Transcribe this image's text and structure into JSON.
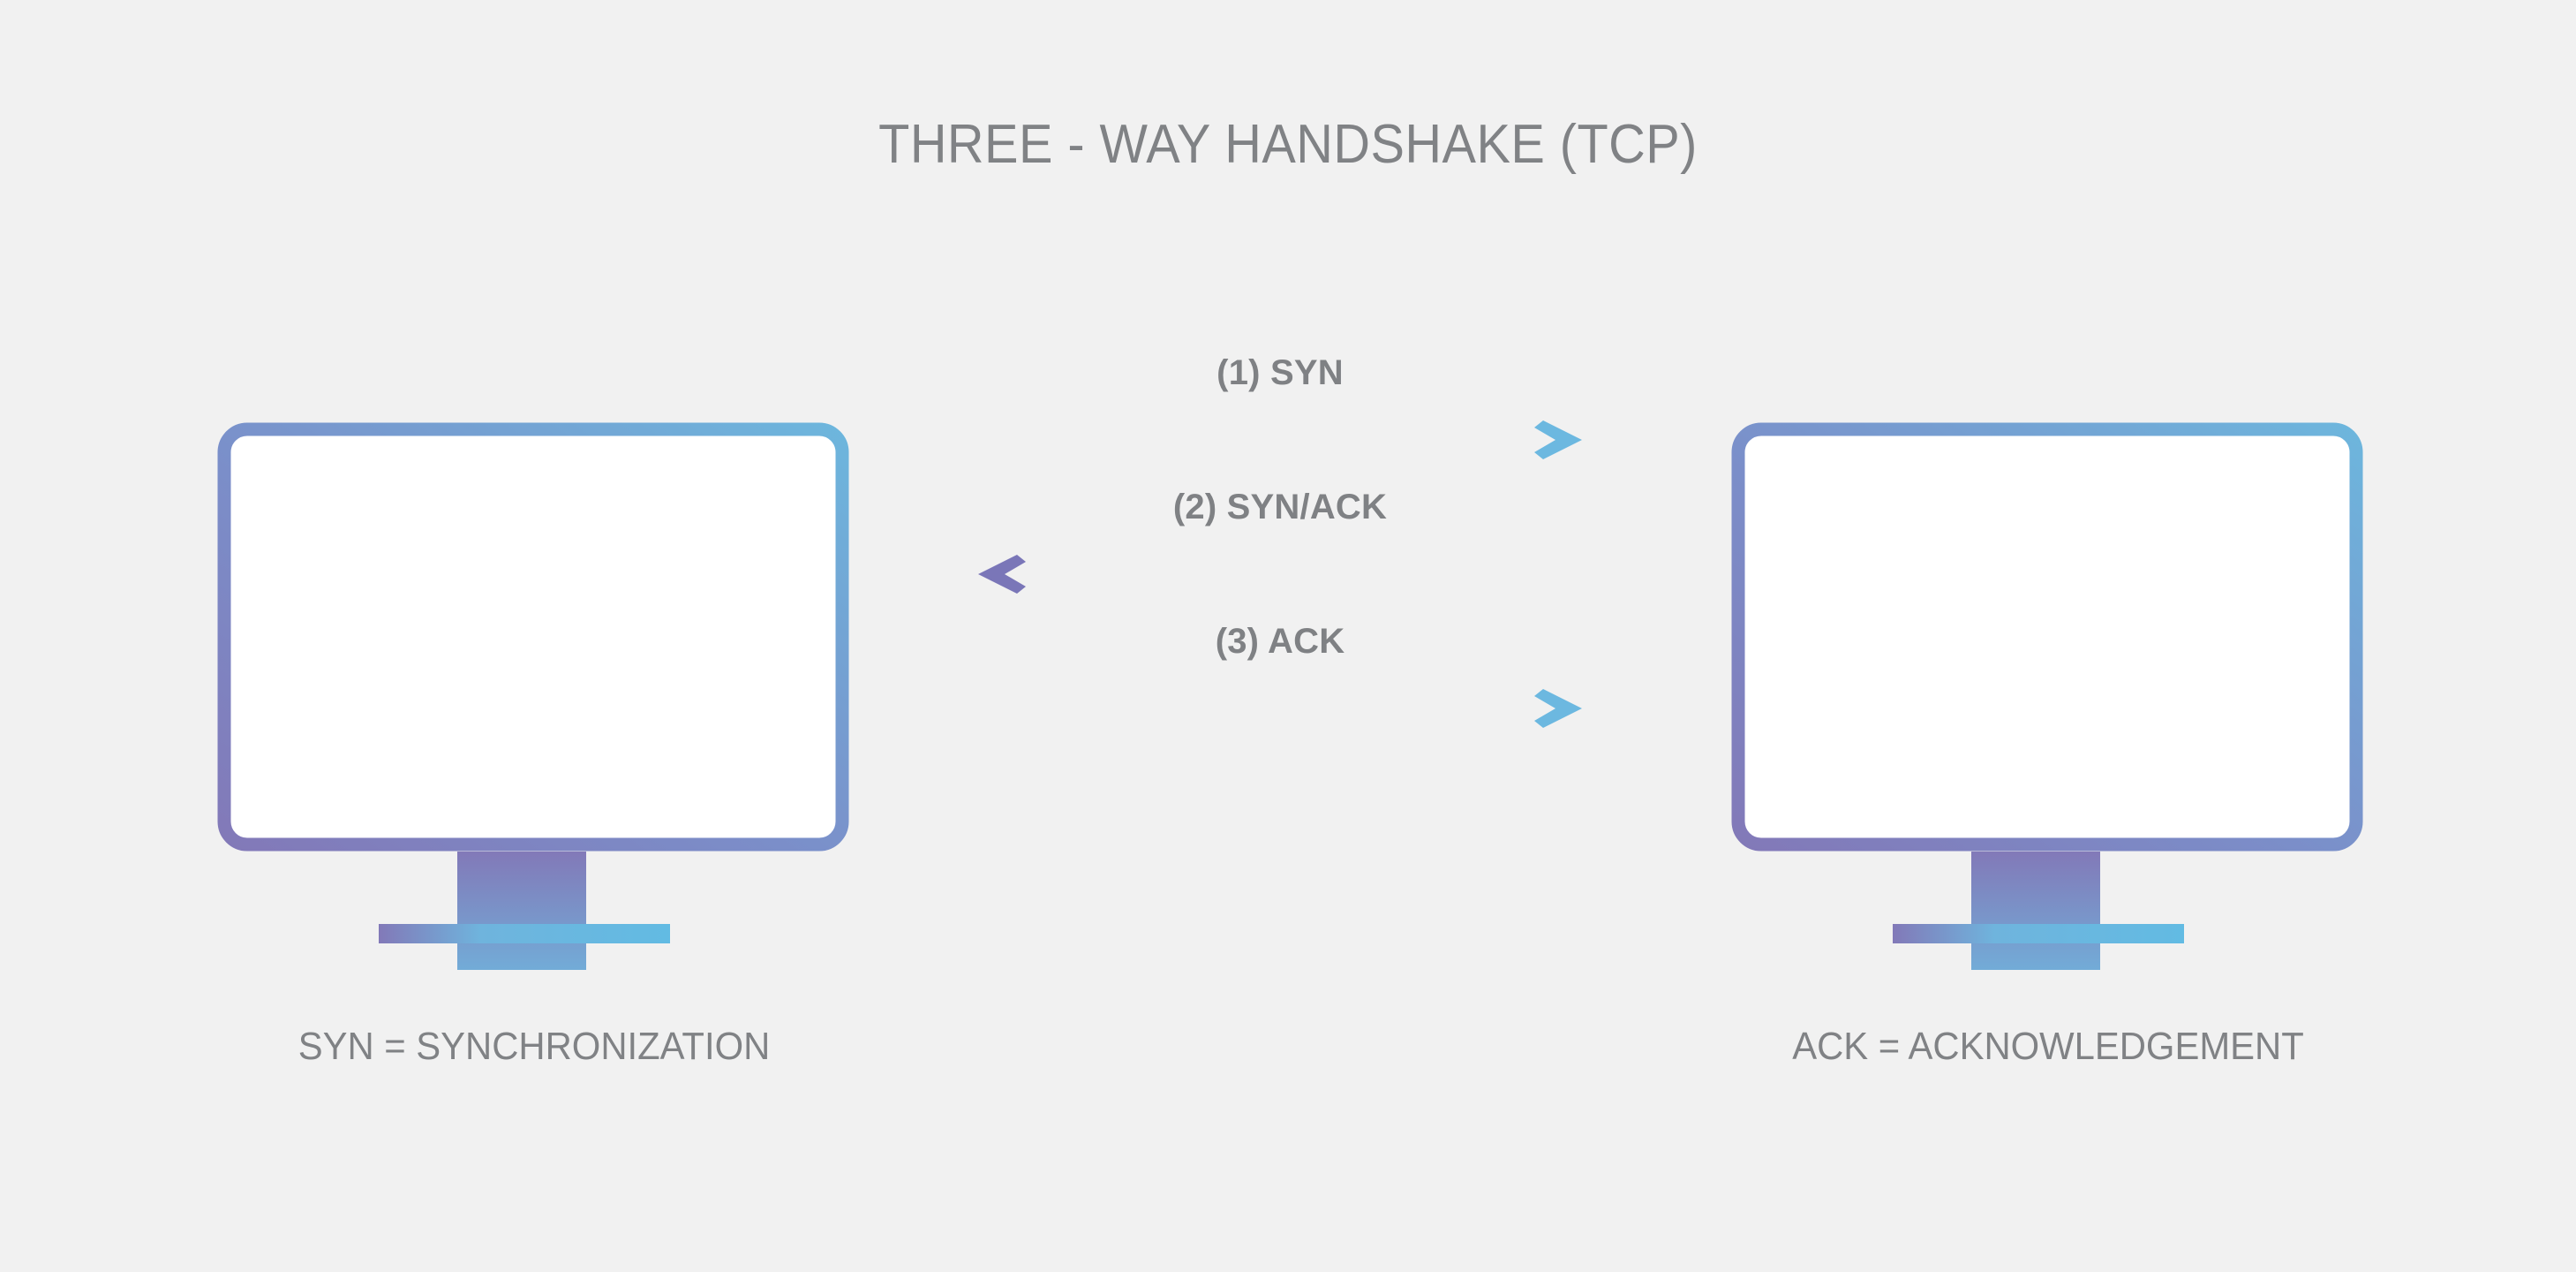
{
  "page": {
    "background_color": "#f1f1f1",
    "title": "THREE - WAY HANDSHAKE (TCP)",
    "title_color": "#808285"
  },
  "palette": {
    "purple": "#7a76b8",
    "blue": "#6cb8e0",
    "text_gray": "#808285",
    "label_gray": "#7f8184",
    "screen_white": "#ffffff"
  },
  "devices": [
    {
      "name": "client-monitor",
      "side": "left",
      "screen_color": "#ffffff",
      "caption": "SYN = SYNCHRONIZATION"
    },
    {
      "name": "server-monitor",
      "side": "right",
      "screen_color": "#ffffff",
      "caption": "ACK = ACKNOWLEDGEMENT"
    }
  ],
  "messages": [
    {
      "step": "1",
      "label": "(1) SYN",
      "direction": "right",
      "from": "client",
      "to": "server"
    },
    {
      "step": "2",
      "label": "(2) SYN/ACK",
      "direction": "left",
      "from": "server",
      "to": "client"
    },
    {
      "step": "3",
      "label": "(3) ACK",
      "direction": "right",
      "from": "client",
      "to": "server"
    }
  ]
}
